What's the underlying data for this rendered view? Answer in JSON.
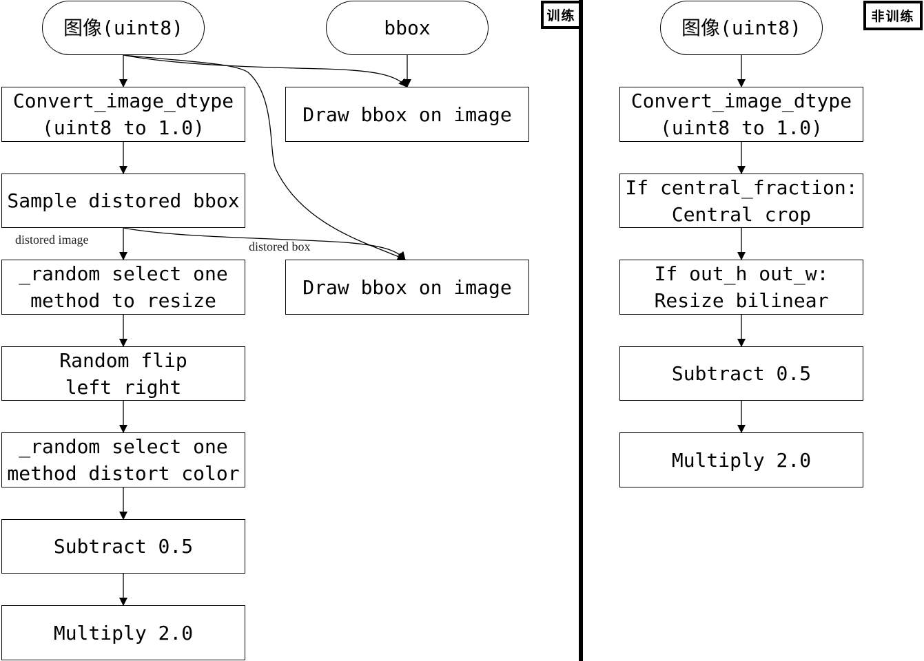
{
  "train": {
    "tag": "训练",
    "input_image": "图像(uint8)",
    "input_bbox": "bbox",
    "convert": [
      "Convert_image_dtype",
      "(uint8 to 1.0)"
    ],
    "sample_bbox": "Sample distored bbox",
    "random_resize": [
      "_random select one",
      "method to resize"
    ],
    "flip": [
      "Random flip",
      "left right"
    ],
    "distort_color": [
      "_random select one",
      "method distort color"
    ],
    "subtract": "Subtract 0.5",
    "multiply": "Multiply 2.0",
    "draw_bbox_1": "Draw bbox on image",
    "draw_bbox_2": "Draw bbox on image",
    "label_distored_image": "distored image",
    "label_distored_box": "distored box"
  },
  "eval": {
    "tag": "非训练",
    "input_image": "图像(uint8)",
    "convert": [
      "Convert_image_dtype",
      "(uint8 to 1.0)"
    ],
    "central_crop": [
      "If central_fraction:",
      "Central crop"
    ],
    "resize": [
      "If out_h out_w:",
      "Resize bilinear"
    ],
    "subtract": "Subtract 0.5",
    "multiply": "Multiply 2.0"
  }
}
